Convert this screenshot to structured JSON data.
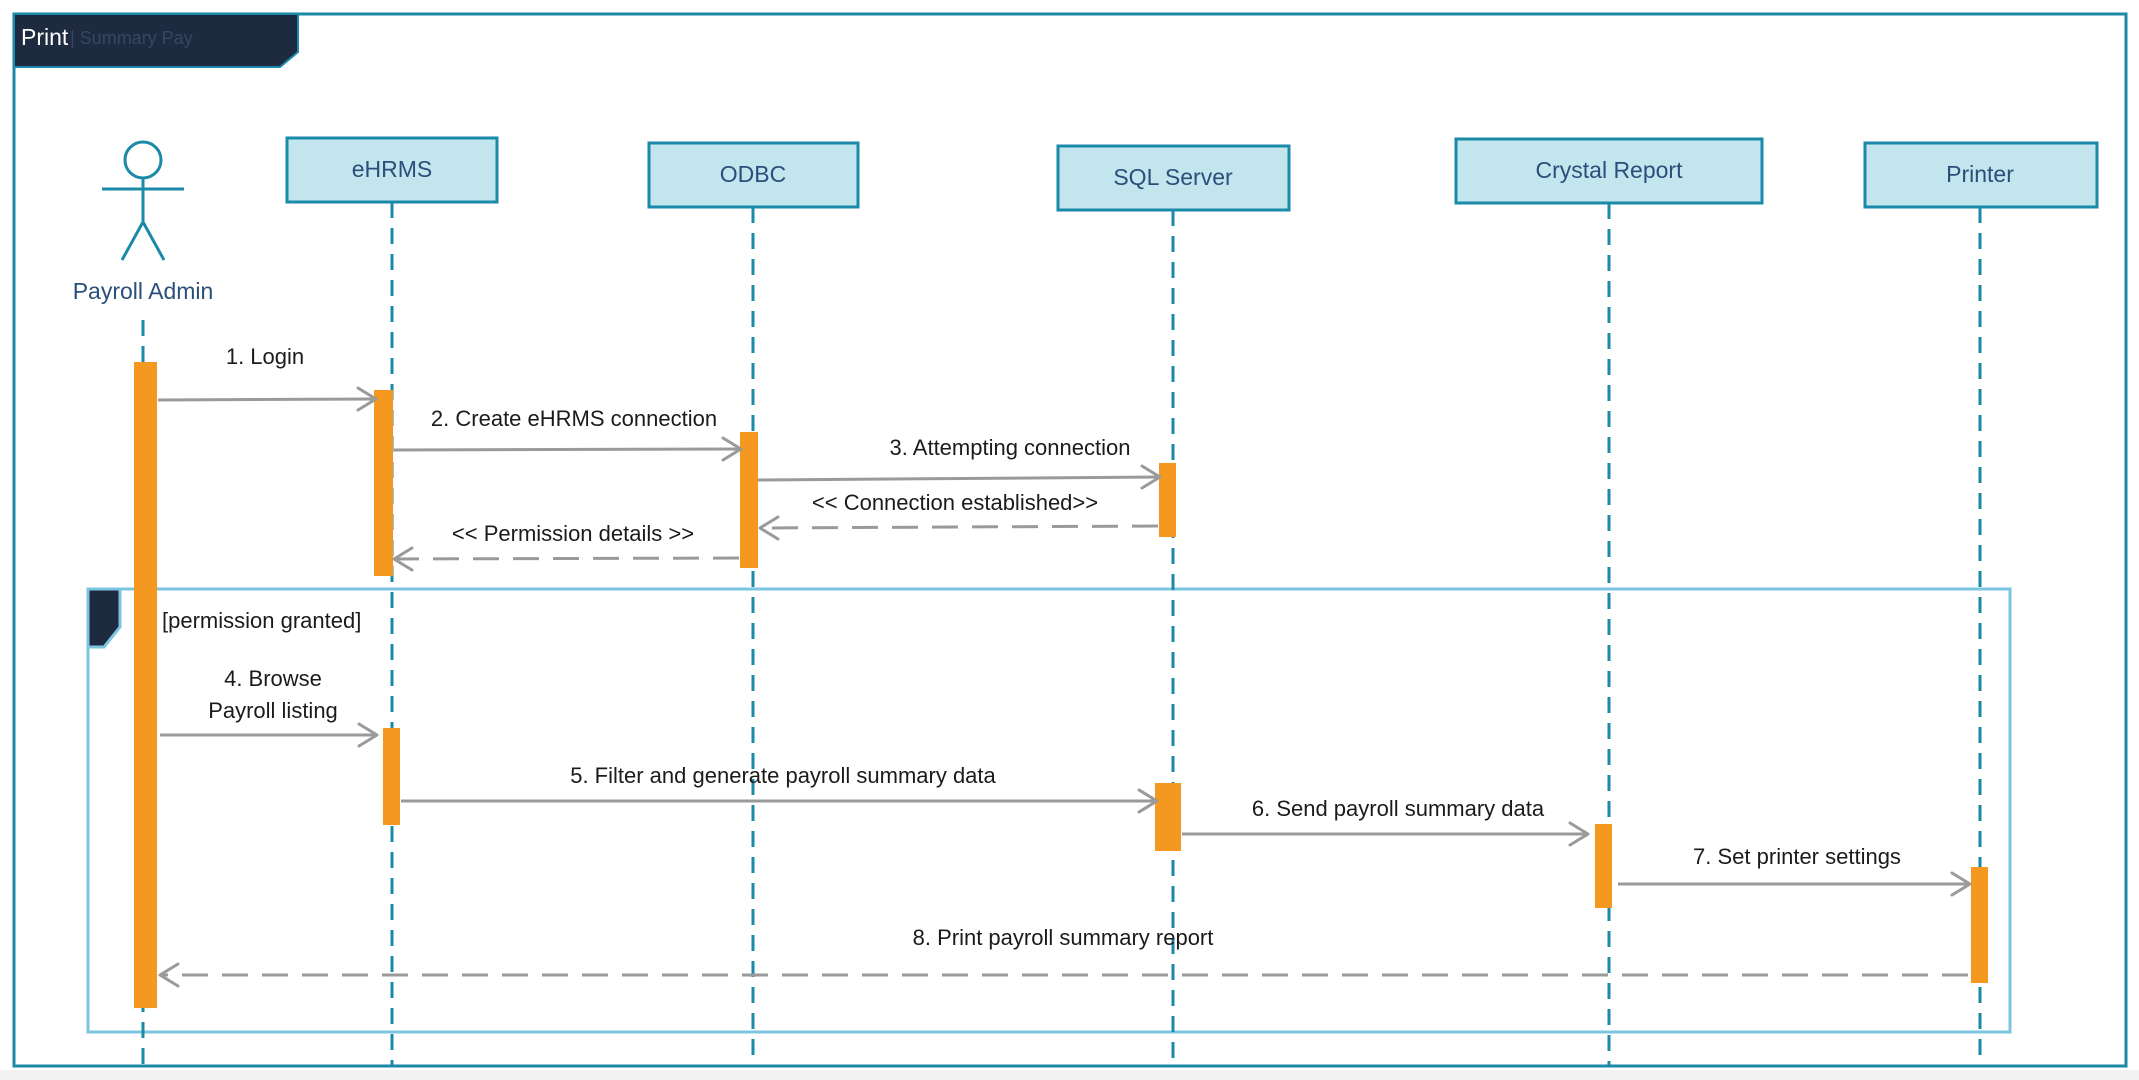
{
  "frame": {
    "title": "Print",
    "subtitle": "| Summary Pay"
  },
  "actor": {
    "label": "Payroll Admin"
  },
  "participants": [
    {
      "id": "ehrms",
      "label": "eHRMS"
    },
    {
      "id": "odbc",
      "label": "ODBC"
    },
    {
      "id": "sql",
      "label": "SQL Server"
    },
    {
      "id": "crystal",
      "label": "Crystal Report"
    },
    {
      "id": "printer",
      "label": "Printer"
    }
  ],
  "fragment": {
    "guard": "[permission granted]"
  },
  "messages": [
    {
      "id": "m1",
      "label": "1. Login",
      "style": "sync"
    },
    {
      "id": "m2",
      "label": "2. Create eHRMS connection",
      "style": "sync"
    },
    {
      "id": "m3",
      "label": "3. Attempting connection",
      "style": "sync"
    },
    {
      "id": "m4",
      "label": "<< Connection established>>",
      "style": "return"
    },
    {
      "id": "m5",
      "label": "<< Permission details >>",
      "style": "return"
    },
    {
      "id": "m6",
      "label_line1": "4. Browse",
      "label_line2": "Payroll listing",
      "style": "sync"
    },
    {
      "id": "m7",
      "label": "5. Filter and generate payroll summary data",
      "style": "sync"
    },
    {
      "id": "m8",
      "label": "6. Send payroll summary data",
      "style": "sync"
    },
    {
      "id": "m9",
      "label": "7. Set printer settings",
      "style": "sync"
    },
    {
      "id": "m10",
      "label": "8. Print payroll summary report",
      "style": "return"
    }
  ],
  "colors": {
    "frame_border": "#1a8aa8",
    "tab_fill": "#1e2a40",
    "participant_fill": "#c2e5ee",
    "lifeline": "#1a8aa8",
    "activation": "#f5981f",
    "message": "#9a9a9a",
    "fragment_border": "#7cc5e0"
  }
}
